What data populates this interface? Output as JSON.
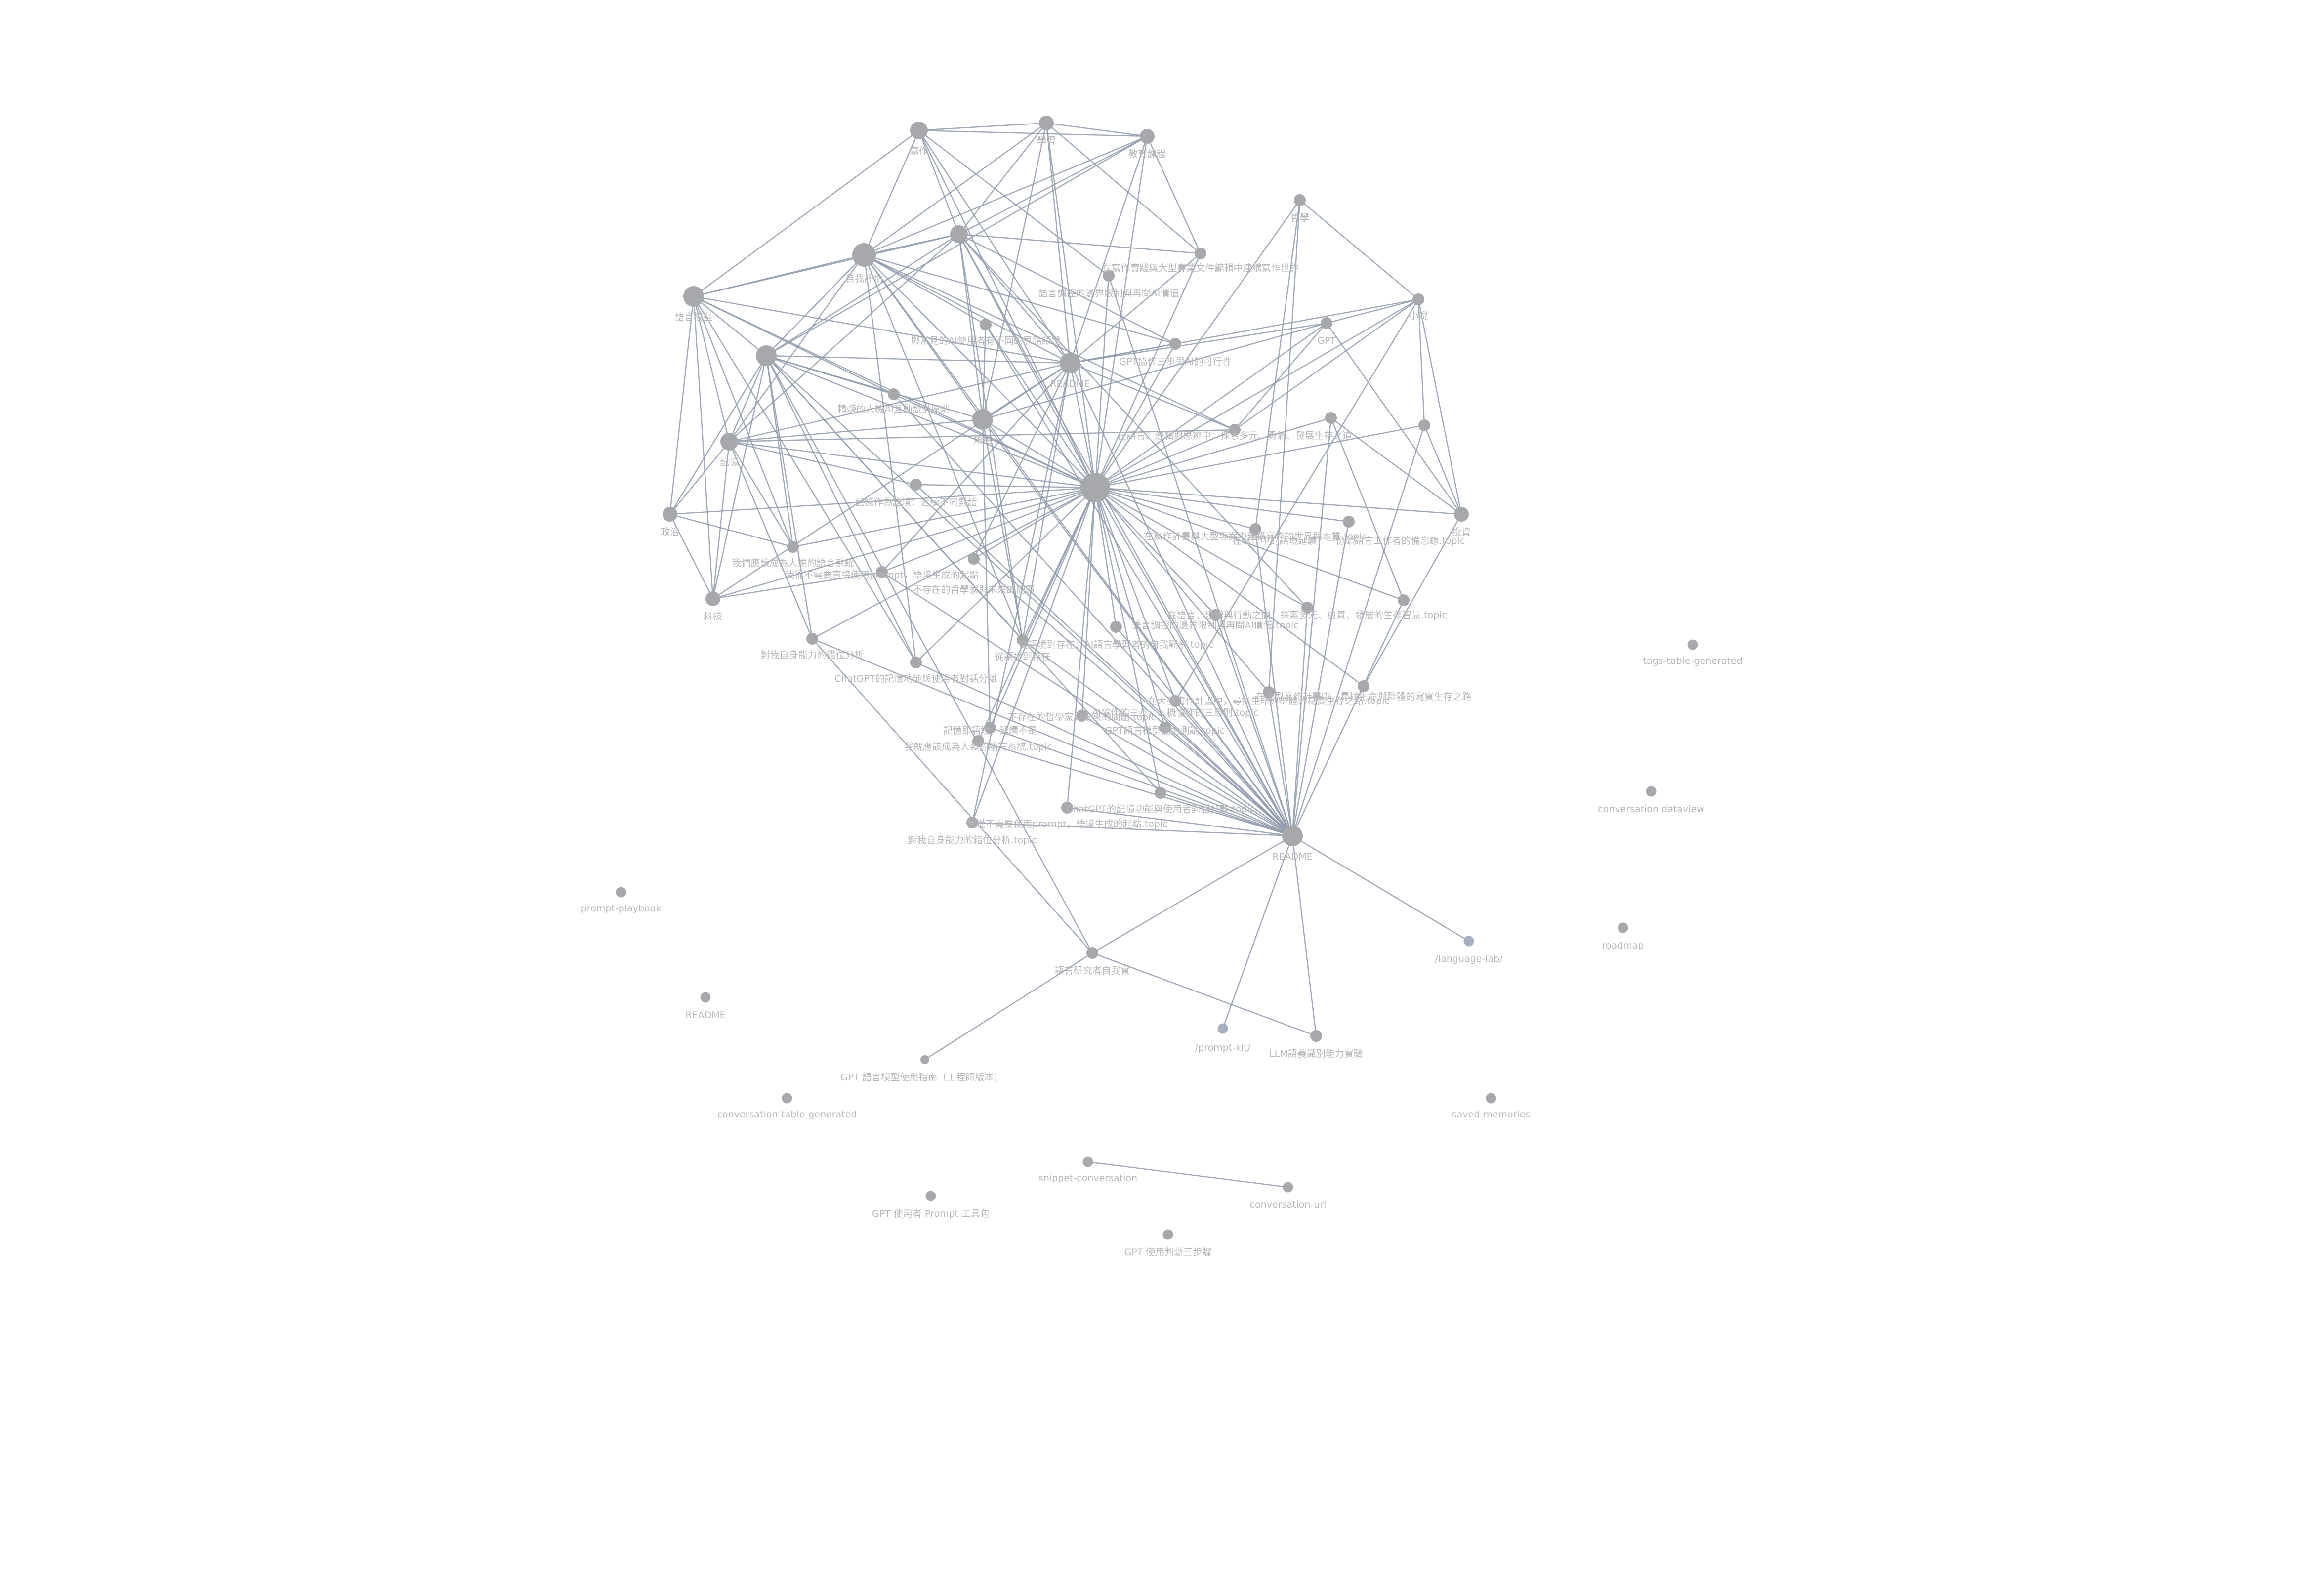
{
  "nodes": [
    {
      "id": "n1",
      "label": "寫作"
    },
    {
      "id": "n2",
      "label": "學習"
    },
    {
      "id": "n3",
      "label": "教育課程"
    },
    {
      "id": "n4",
      "label": "語言模型"
    },
    {
      "id": "n5",
      "label": "自我評估"
    },
    {
      "id": "n6",
      "label": ""
    },
    {
      "id": "n7",
      "label": ""
    },
    {
      "id": "n8",
      "label": "角色"
    },
    {
      "id": "n9",
      "label": "記憶"
    },
    {
      "id": "n10",
      "label": "政治"
    },
    {
      "id": "n11",
      "label": "科技"
    },
    {
      "id": "n12",
      "label": "README"
    },
    {
      "id": "n13",
      "label": ""
    },
    {
      "id": "n14",
      "label": "GPT"
    },
    {
      "id": "n15",
      "label": "哲學"
    },
    {
      "id": "n16",
      "label": "小說"
    },
    {
      "id": "n17",
      "label": "投資"
    },
    {
      "id": "n18",
      "label": ""
    },
    {
      "id": "n19",
      "label": ""
    },
    {
      "id": "n20",
      "label": ""
    },
    {
      "id": "n21",
      "label": "README"
    },
    {
      "id": "n22",
      "label": "語言研究者自我實"
    },
    {
      "id": "n23",
      "label": "GPT 語言模型使用指南（工程師版本）"
    },
    {
      "id": "n24",
      "label": "/prompt-kit/"
    },
    {
      "id": "n25",
      "label": "LLM語義識別能力實驗"
    },
    {
      "id": "n26",
      "label": "/language-lab/"
    },
    {
      "id": "n27",
      "label": "tags-table-generated"
    },
    {
      "id": "n28",
      "label": "conversation.dataview"
    },
    {
      "id": "n29",
      "label": "roadmap"
    },
    {
      "id": "n30",
      "label": "prompt-playbook"
    },
    {
      "id": "n31",
      "label": "README"
    },
    {
      "id": "n32",
      "label": "conversation-table-generated"
    },
    {
      "id": "n33",
      "label": "saved-memories"
    },
    {
      "id": "n34",
      "label": "snippet-conversation"
    },
    {
      "id": "n35",
      "label": "conversation-url"
    },
    {
      "id": "n36",
      "label": "GPT 使用者 Prompt 工具包"
    },
    {
      "id": "n37",
      "label": "GPT 使用判斷三步驟"
    },
    {
      "id": "t1",
      "label": "在寫作實踐與大型專業文件編輯中建構寫作世界"
    },
    {
      "id": "t2",
      "label": "語言調控的邊界限制與再問AI價值"
    },
    {
      "id": "t3",
      "label": "與常見的AI使用者有不同的思路語境"
    },
    {
      "id": "t4",
      "label": "GPT協作三步與AI的可行性"
    },
    {
      "id": "t5",
      "label": "精煉的人機AI互動設計原則"
    },
    {
      "id": "t6",
      "label": "記憶作為語境：延續不同對話"
    },
    {
      "id": "t7",
      "label": "在語言、邏輯與思辨中：探索多元、勇氣、發展生存之道"
    },
    {
      "id": "t8",
      "label": "在大型寫作計畫中，尋找生命與群體的寫實生存之路"
    },
    {
      "id": "t9",
      "label": "我們應該成為人類的語言系統"
    },
    {
      "id": "t10",
      "label": "我從不需要直接使用prompt，語境生成的起點"
    },
    {
      "id": "t11",
      "label": "不存在的哲學家與未來的問題"
    },
    {
      "id": "t12",
      "label": "對我自身能力的錯位分析"
    },
    {
      "id": "t13",
      "label": "從語境到存在"
    },
    {
      "id": "t14",
      "label": "ChatGPT的記憶功能與使用者對話分離"
    },
    {
      "id": "t15",
      "label": "在寫作計畫與大型專案中建構寫作的世界與本質.topic"
    },
    {
      "id": "t16",
      "label": "在寫作中的語境延續，一份給語言工作者的備忘錄.topic"
    },
    {
      "id": "t17",
      "label": "在語言、思辨與行動之間：探索多元、勇氣、發展的生存智慧.topic"
    },
    {
      "id": "t18",
      "label": "語言調控的邊界限制與再問AI價值.topic"
    },
    {
      "id": "t19",
      "label": "從語境到存在：AI語言學習者的自我觀察.topic"
    },
    {
      "id": "t20",
      "label": "在大型寫作計畫中，尋找生命與群體的寫實生存之路.topic"
    },
    {
      "id": "t21",
      "label": "AI協作的三步，人機協作的三原則.topic"
    },
    {
      "id": "t22",
      "label": "不存在的哲學家與未來的問題.topic"
    },
    {
      "id": "t23",
      "label": "記憶即語境，延續不是"
    },
    {
      "id": "t24",
      "label": "GPT語言模型能力測試.topic"
    },
    {
      "id": "t25",
      "label": "我就應該成為人類的語言系統.topic"
    },
    {
      "id": "t26",
      "label": "ChatGPT的記憶功能與使用者對話分離.topic"
    },
    {
      "id": "t27",
      "label": "我從不需要使用prompt，語境生成的起點.topic"
    },
    {
      "id": "t28",
      "label": "對我自身能力的錯位分析.topic"
    }
  ]
}
